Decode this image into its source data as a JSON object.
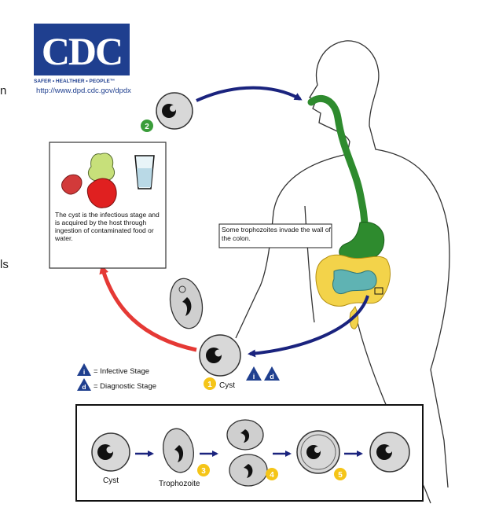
{
  "logo": {
    "text": "CDC",
    "tagline": "SAFER • HEALTHIER • PEOPLE™"
  },
  "url": "http://www.dpd.cdc.gov/dpdx",
  "edge_fragments": {
    "top": "n",
    "middle": "ls"
  },
  "infection_box_text": "The cyst is the infectious stage and is acquired by the host through ingestion of contaminated food or water.",
  "colon_callout": "Some trophozoites invade the wall of the colon.",
  "legend": {
    "infective_symbol": "i",
    "infective_label": "= Infective Stage",
    "diagnostic_symbol": "d",
    "diagnostic_label": "= Diagnostic Stage"
  },
  "step_numbers": {
    "s1": "1",
    "s2": "2",
    "s3": "3",
    "s4": "4",
    "s5": "5"
  },
  "cyst_label": "Cyst",
  "bottom_panel": {
    "cyst_label": "Cyst",
    "trophozoite_label": "Trophozoite"
  },
  "colors": {
    "cdc_blue": "#1f3f8f",
    "arrow_blue": "#1a237e",
    "arrow_red": "#e53935",
    "step_yellow": "#f5c518",
    "step_green": "#3a9d3a",
    "digestive_green": "#2e8b2e",
    "colon_yellow": "#f3d34a",
    "intestine_teal": "#5fb3b3"
  }
}
